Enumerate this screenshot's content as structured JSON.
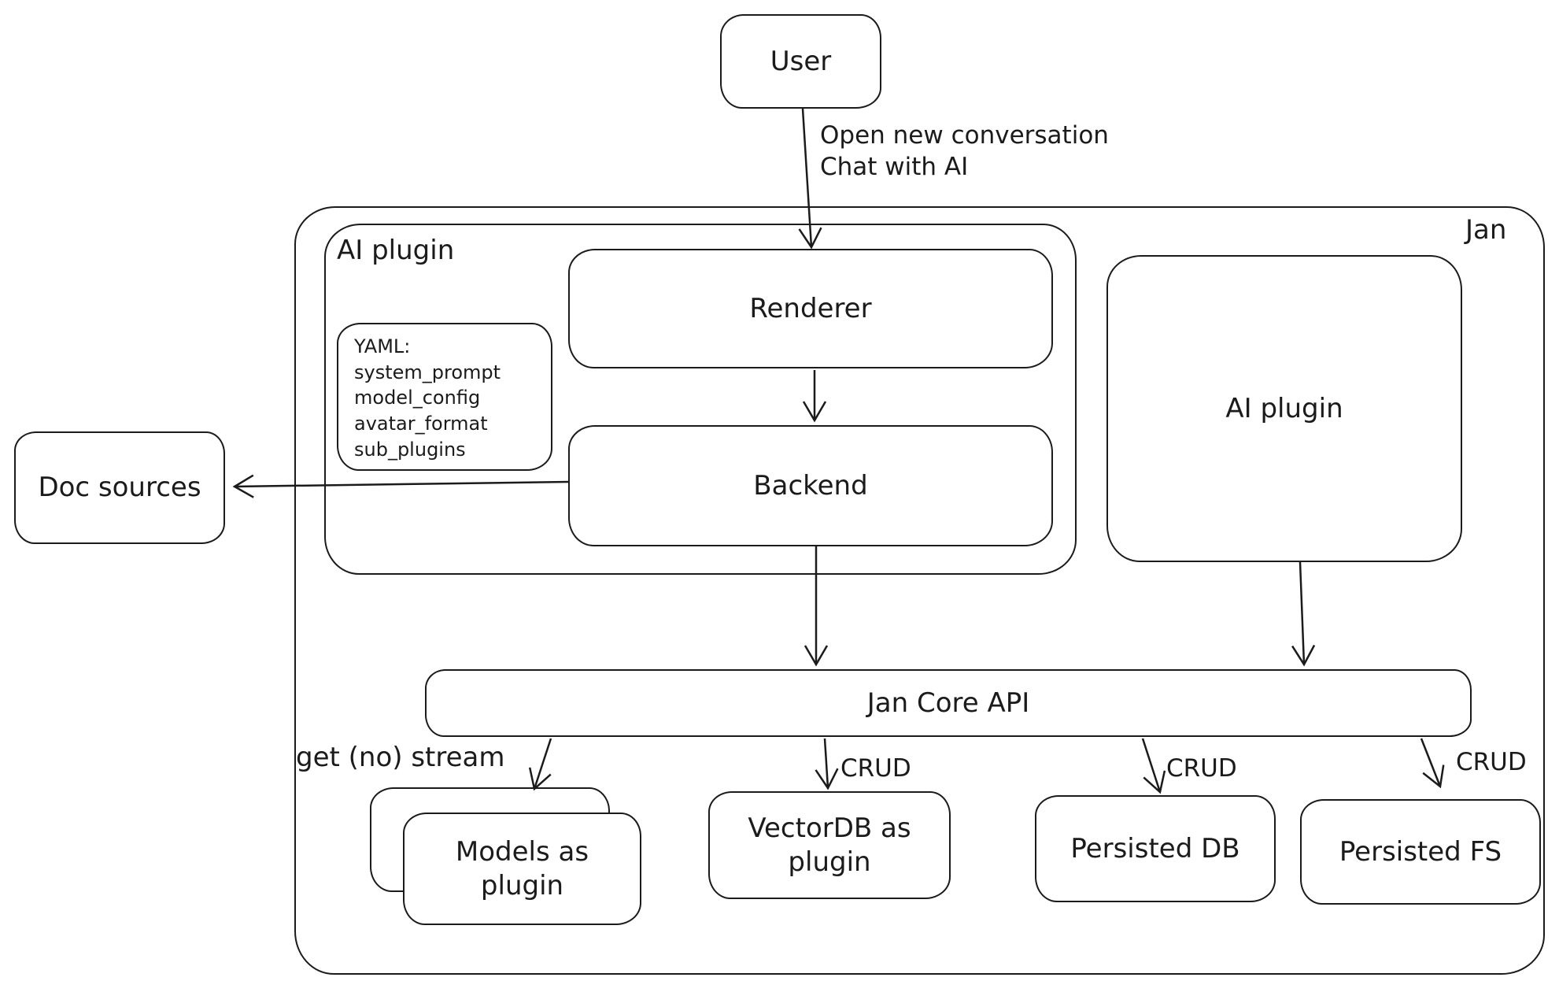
{
  "diagram": {
    "user": {
      "label": "User"
    },
    "edge_user": {
      "line1": "Open new conversation",
      "line2": "Chat with AI"
    },
    "jan": {
      "label": "Jan"
    },
    "ai_plugin_group": {
      "label": "AI plugin"
    },
    "renderer": {
      "label": "Renderer"
    },
    "yaml_note": {
      "title": "YAML:",
      "lines": [
        "system_prompt",
        "model_config",
        "avatar_format",
        "sub_plugins"
      ]
    },
    "backend": {
      "label": "Backend"
    },
    "doc_sources": {
      "label": "Doc sources"
    },
    "ai_plugin_box": {
      "label": "AI plugin"
    },
    "jan_core_api": {
      "label": "Jan Core API"
    },
    "edge_get_stream": {
      "label": "get (no) stream"
    },
    "edge_crud_vectordb": {
      "label": "CRUD"
    },
    "edge_crud_db": {
      "label": "CRUD"
    },
    "edge_crud_fs": {
      "label": "CRUD"
    },
    "models_plugin": {
      "label": "Models as plugin"
    },
    "vectordb_plugin": {
      "label": "VectorDB as plugin"
    },
    "persisted_db": {
      "label": "Persisted DB"
    },
    "persisted_fs": {
      "label": "Persisted FS"
    }
  },
  "colors": {
    "stroke": "#1b1b1b",
    "background": "#ffffff"
  }
}
